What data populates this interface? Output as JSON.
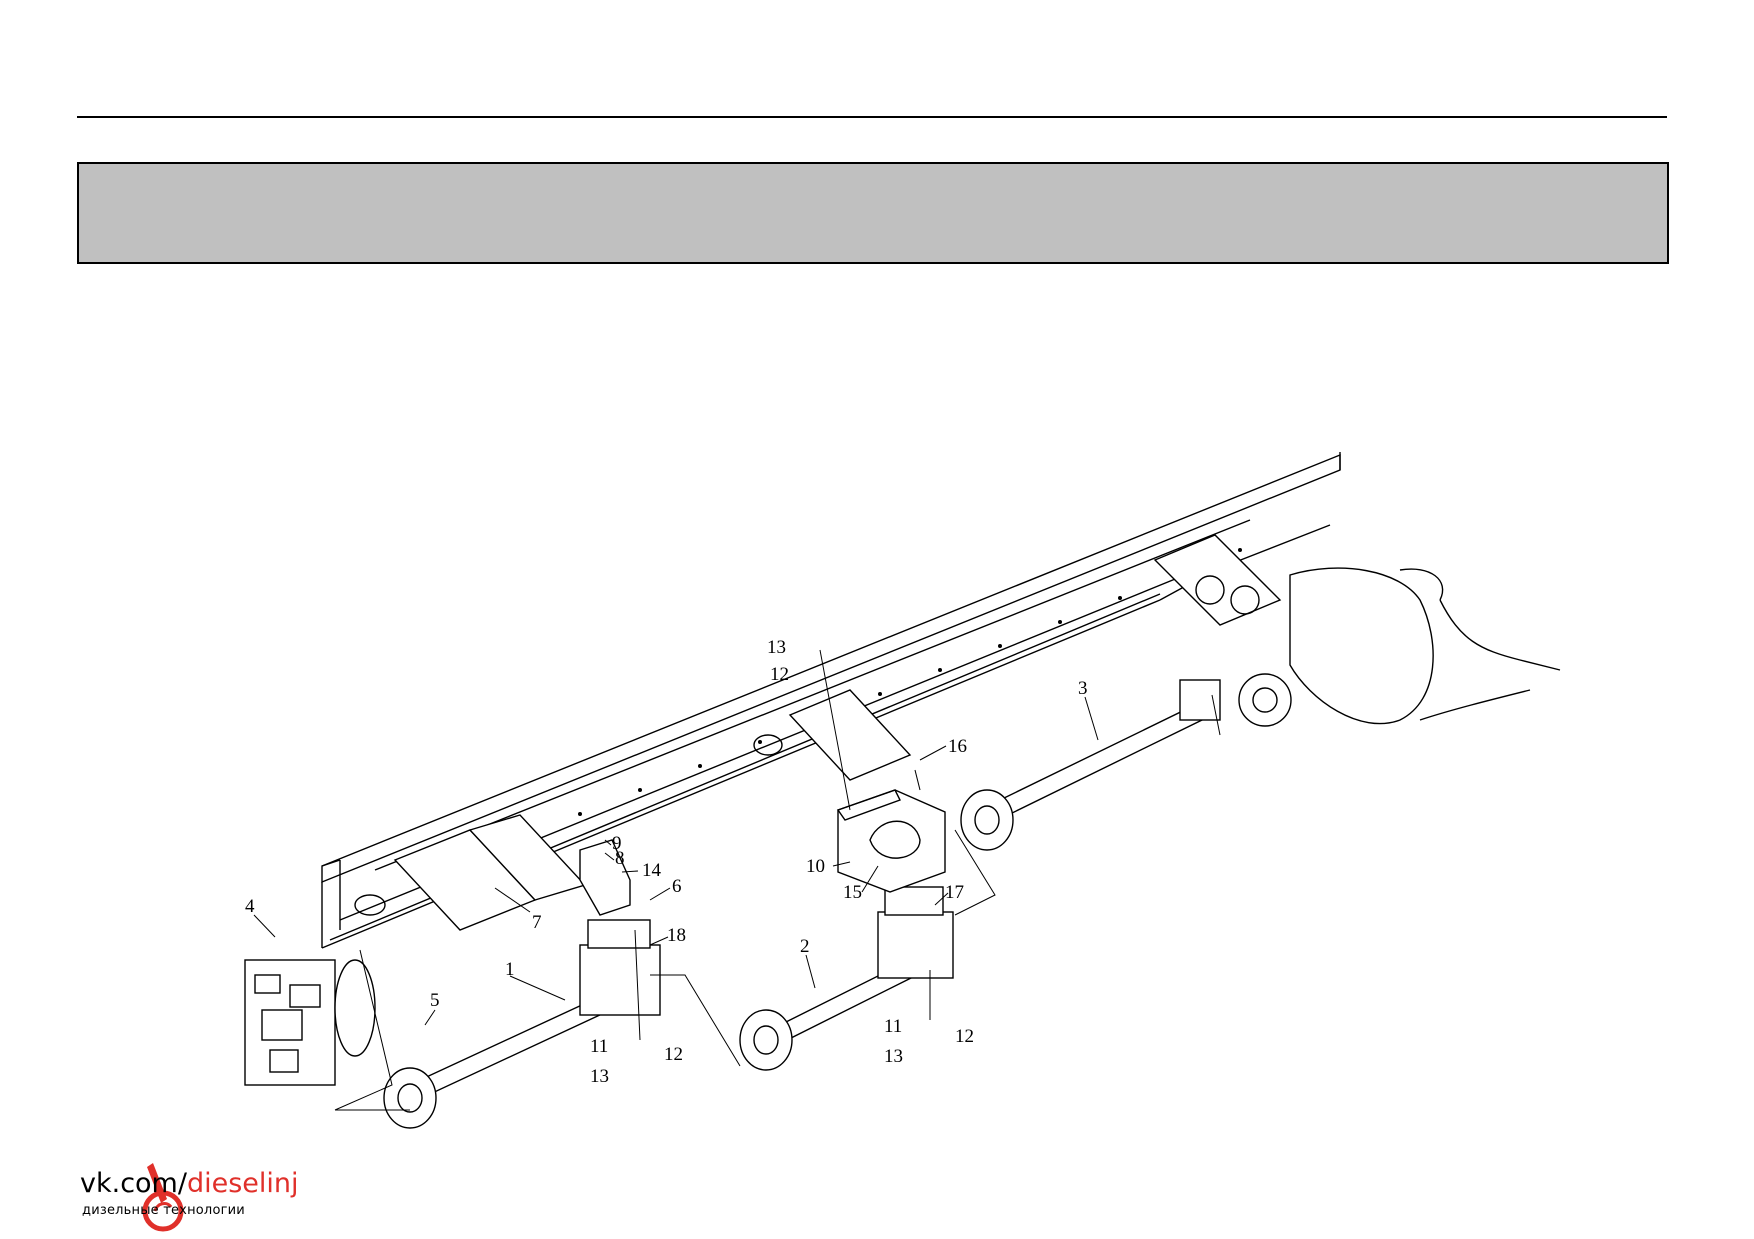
{
  "header": {
    "title": ""
  },
  "callouts": [
    {
      "id": "c1",
      "label": "1"
    },
    {
      "id": "c2",
      "label": "2"
    },
    {
      "id": "c3",
      "label": "3"
    },
    {
      "id": "c4",
      "label": "4"
    },
    {
      "id": "c5",
      "label": "5"
    },
    {
      "id": "c6",
      "label": "6"
    },
    {
      "id": "c7",
      "label": "7"
    },
    {
      "id": "c8",
      "label": "8"
    },
    {
      "id": "c9",
      "label": "9"
    },
    {
      "id": "c10",
      "label": "10"
    },
    {
      "id": "c11a",
      "label": "11"
    },
    {
      "id": "c11b",
      "label": "11"
    },
    {
      "id": "c12a",
      "label": "12"
    },
    {
      "id": "c12b",
      "label": "12"
    },
    {
      "id": "c12c",
      "label": "12"
    },
    {
      "id": "c13a",
      "label": "13"
    },
    {
      "id": "c13b",
      "label": "13"
    },
    {
      "id": "c13c",
      "label": "13"
    },
    {
      "id": "c14",
      "label": "14"
    },
    {
      "id": "c15",
      "label": "15"
    },
    {
      "id": "c16",
      "label": "16"
    },
    {
      "id": "c17",
      "label": "17"
    },
    {
      "id": "c18",
      "label": "18"
    }
  ],
  "watermark": {
    "domain": "vk.com/",
    "name": "dieselinj",
    "subtitle": "дизельные технологии",
    "accent_color": "#e0302a"
  }
}
